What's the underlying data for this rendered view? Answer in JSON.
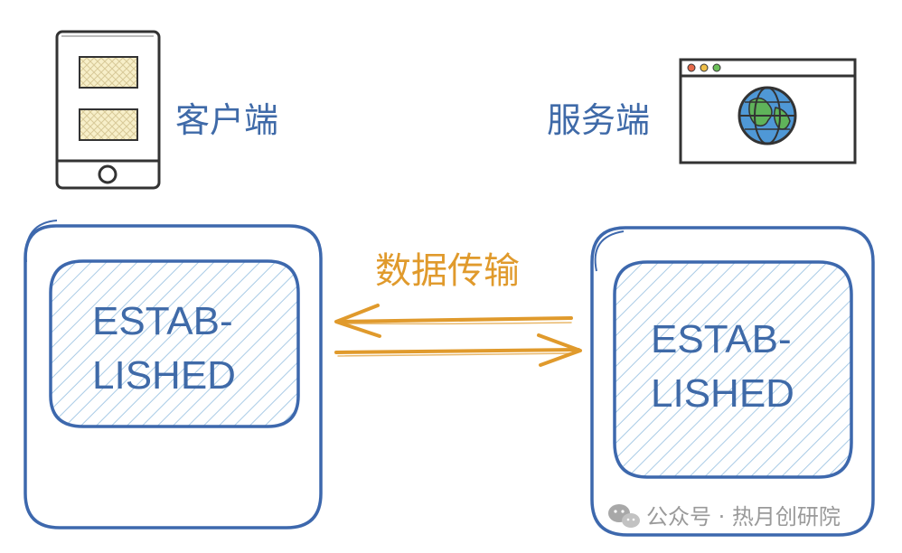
{
  "client": {
    "label": "客户端",
    "state_line1": "ESTAB-",
    "state_line2": "LISHED"
  },
  "server": {
    "label": "服务端",
    "state_line1": "ESTAB-",
    "state_line2": "LISHED"
  },
  "transfer": {
    "label": "数据传输"
  },
  "watermark": {
    "text": "公众号 · 热月创研院"
  },
  "colors": {
    "state_blue": "#3f6aa8",
    "arrow_orange": "#e09a2c",
    "hatch_blue": "#a9cbe6",
    "phone_hatch": "#f1e8bd"
  },
  "icons": {
    "client_device": "mobile-phone-icon",
    "server_device": "browser-globe-icon",
    "watermark_logo": "wechat-icon"
  }
}
